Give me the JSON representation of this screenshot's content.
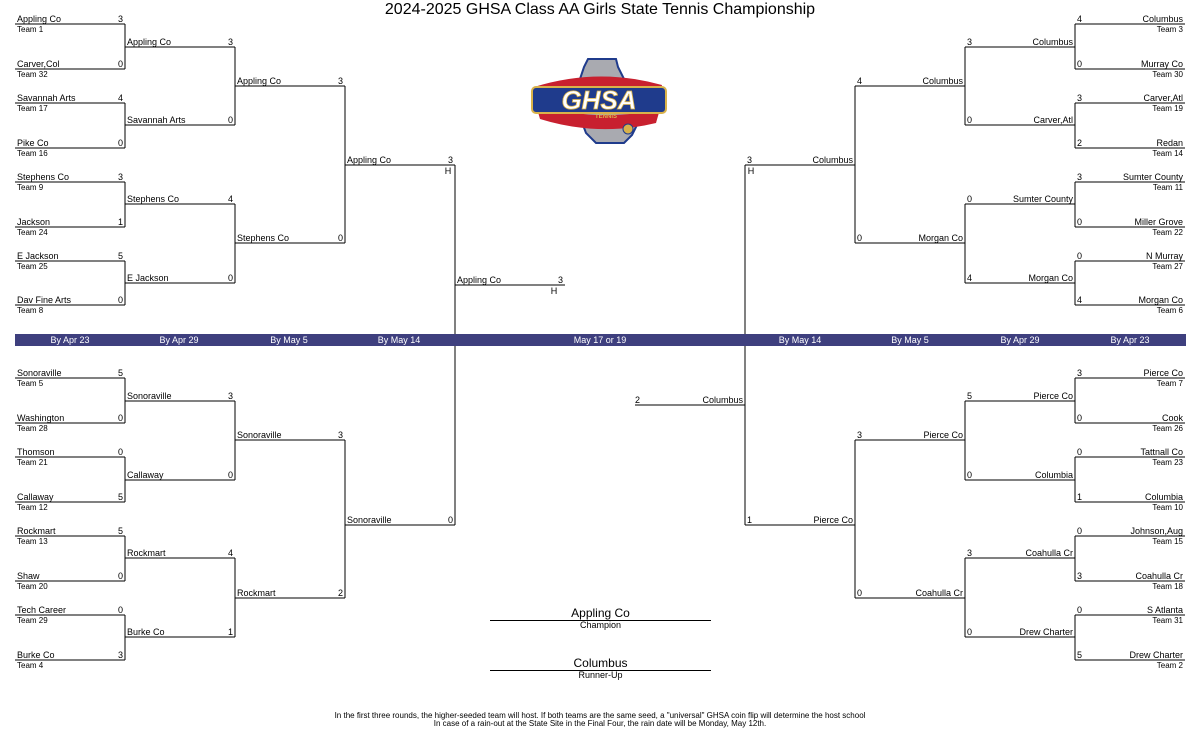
{
  "title": "2024-2025 GHSA Class AA Girls State Tennis Championship",
  "logo": {
    "icon": "ghsa-tennis-logo",
    "text": "GHSA",
    "subtext": "TENNIS",
    "colors": {
      "navy": "#1f3b8c",
      "red": "#c8202f",
      "gray": "#a9aab0",
      "gold": "#d9b24a"
    }
  },
  "round_band": {
    "color": "#3e3f7e",
    "left": [
      "By Apr 23",
      "By Apr 29",
      "By May 5",
      "By May 14"
    ],
    "center": "May 17 or 19",
    "right": [
      "By May 14",
      "By May 5",
      "By Apr 29",
      "By Apr 23"
    ]
  },
  "left_top": {
    "r1": [
      {
        "name": "Appling Co",
        "team": "Team 1",
        "score": "3"
      },
      {
        "name": "Carver,Col",
        "team": "Team 32",
        "score": "0"
      },
      {
        "name": "Savannah Arts",
        "team": "Team 17",
        "score": "4"
      },
      {
        "name": "Pike Co",
        "team": "Team 16",
        "score": "0"
      },
      {
        "name": "Stephens Co",
        "team": "Team 9",
        "score": "3"
      },
      {
        "name": "Jackson",
        "team": "Team 24",
        "score": "1"
      },
      {
        "name": "E Jackson",
        "team": "Team 25",
        "score": "5"
      },
      {
        "name": "Dav Fine Arts",
        "team": "Team 8",
        "score": "0"
      }
    ],
    "r2": [
      {
        "name": "Appling Co",
        "score": "3"
      },
      {
        "name": "Savannah Arts",
        "score": "0"
      },
      {
        "name": "Stephens Co",
        "score": "4"
      },
      {
        "name": "E Jackson",
        "score": "0"
      }
    ],
    "r3": [
      {
        "name": "Appling Co",
        "score": "3"
      },
      {
        "name": "Stephens Co",
        "score": "0"
      }
    ],
    "r4": {
      "name": "Appling Co",
      "score": "3",
      "host": "H"
    }
  },
  "left_bottom": {
    "r1": [
      {
        "name": "Sonoraville",
        "team": "Team 5",
        "score": "5"
      },
      {
        "name": "Washington",
        "team": "Team 28",
        "score": "0"
      },
      {
        "name": "Thomson",
        "team": "Team 21",
        "score": "0"
      },
      {
        "name": "Callaway",
        "team": "Team 12",
        "score": "5"
      },
      {
        "name": "Rockmart",
        "team": "Team 13",
        "score": "5"
      },
      {
        "name": "Shaw",
        "team": "Team 20",
        "score": "0"
      },
      {
        "name": "Tech Career",
        "team": "Team 29",
        "score": "0"
      },
      {
        "name": "Burke Co",
        "team": "Team 4",
        "score": "3"
      }
    ],
    "r2": [
      {
        "name": "Sonoraville",
        "score": "3"
      },
      {
        "name": "Callaway",
        "score": "0"
      },
      {
        "name": "Rockmart",
        "score": "4"
      },
      {
        "name": "Burke Co",
        "score": "1"
      }
    ],
    "r3": [
      {
        "name": "Sonoraville",
        "score": "3"
      },
      {
        "name": "Rockmart",
        "score": "2"
      }
    ],
    "r4": {
      "name": "Sonoraville",
      "score": "0"
    }
  },
  "right_top": {
    "r1": [
      {
        "name": "Columbus",
        "team": "Team 3",
        "score": "4"
      },
      {
        "name": "Murray Co",
        "team": "Team 30",
        "score": "0"
      },
      {
        "name": "Carver,Atl",
        "team": "Team 19",
        "score": "3"
      },
      {
        "name": "Redan",
        "team": "Team 14",
        "score": "2"
      },
      {
        "name": "Sumter County",
        "team": "Team 11",
        "score": "3"
      },
      {
        "name": "Miller Grove",
        "team": "Team 22",
        "score": "0"
      },
      {
        "name": "N Murray",
        "team": "Team 27",
        "score": "0"
      },
      {
        "name": "Morgan Co",
        "team": "Team 6",
        "score": "4"
      }
    ],
    "r2": [
      {
        "name": "Columbus",
        "score": "3"
      },
      {
        "name": "Carver,Atl",
        "score": "0"
      },
      {
        "name": "Sumter County",
        "score": "0"
      },
      {
        "name": "Morgan Co",
        "score": "4"
      }
    ],
    "r3": [
      {
        "name": "Columbus",
        "score": "4"
      },
      {
        "name": "Morgan Co",
        "score": "0"
      }
    ],
    "r4": {
      "name": "Columbus",
      "score": "3",
      "host": "H"
    }
  },
  "right_bottom": {
    "r1": [
      {
        "name": "Pierce Co",
        "team": "Team 7",
        "score": "3"
      },
      {
        "name": "Cook",
        "team": "Team 26",
        "score": "0"
      },
      {
        "name": "Tattnall Co",
        "team": "Team 23",
        "score": "0"
      },
      {
        "name": "Columbia",
        "team": "Team 10",
        "score": "1"
      },
      {
        "name": "Johnson,Aug",
        "team": "Team 15",
        "score": "0"
      },
      {
        "name": "Coahulla Cr",
        "team": "Team 18",
        "score": "3"
      },
      {
        "name": "S Atlanta",
        "team": "Team 31",
        "score": "0"
      },
      {
        "name": "Drew Charter",
        "team": "Team 2",
        "score": "5"
      }
    ],
    "r2": [
      {
        "name": "Pierce Co",
        "score": "5"
      },
      {
        "name": "Columbia",
        "score": "0"
      },
      {
        "name": "Coahulla Cr",
        "score": "3"
      },
      {
        "name": "Drew Charter",
        "score": "0"
      }
    ],
    "r3": [
      {
        "name": "Pierce Co",
        "score": "3"
      },
      {
        "name": "Coahulla Cr",
        "score": "0"
      }
    ],
    "r4": {
      "name": "Pierce Co",
      "score": "1"
    }
  },
  "finals": {
    "left": {
      "name": "Appling Co",
      "score": "3",
      "host": "H"
    },
    "right": {
      "name": "Columbus",
      "score": "2"
    }
  },
  "champion": {
    "name": "Appling Co",
    "label": "Champion"
  },
  "runner_up": {
    "name": "Columbus",
    "label": "Runner-Up"
  },
  "notes": [
    "In the first three rounds, the higher-seeded team will host.   If both teams are the same seed, a \"universal\" GHSA coin flip will determine the host school",
    "In case of a rain-out at the State Site in the Final Four, the rain date will be Monday, May 12th."
  ]
}
